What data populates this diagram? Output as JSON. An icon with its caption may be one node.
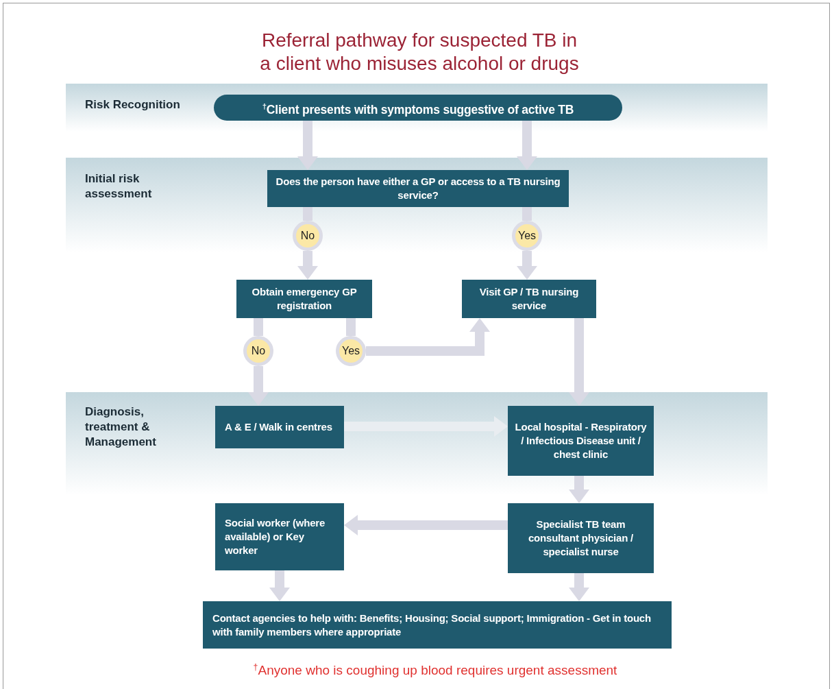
{
  "diagram": {
    "title": "Referral pathway for suspected TB in a client who misuses alcohol or drugs",
    "nodes": [
      {
        "text": [
          "Risk Recognition"
        ]
      },
      {
        "text": [
          "Initial risk assessment"
        ]
      },
      {
        "text": [
          "Diagnosis, treatment & Management"
        ]
      },
      {
        "text": [
          "$^{†}$Client presents with symptoms suggestive of active TB"
        ],
        "in": 0
      },
      {
        "text": [
          "Does the person have either a GP or access to a TB nursing service?"
        ],
        "in": 1
      },
      {
        "text": [
          "No"
        ],
        "in": 1
      },
      {
        "text": [
          "Yes"
        ],
        "in": 1
      },
      {
        "text": [
          "Obtain emergency GP registration"
        ]
      },
      {
        "text": [
          "Visit GP / TB nursing service"
        ]
      },
      {
        "text": [
          "No"
        ]
      },
      {
        "text": [
          "Yes"
        ]
      },
      {
        "text": [
          "A & E / Walk in centres"
        ],
        "in": 2
      },
      {
        "text": [
          "Local hospital - Respiratory / Infectious Disease unit / chest clinic"
        ],
        "in": 2
      },
      {
        "text": [
          "Social worker (where available) or Key worker"
        ]
      },
      {
        "text": [
          "Specialist TB team consultant physician / specialist nurse"
        ]
      },
      {
        "text": [
          "Contact agencies to help with: Benefits; Housing; Social support; Immigration - Get in touch with family members where appropriate"
        ]
      }
    ],
    "edges": [
      {
        "from": 3,
        "to": 4,
        "arrow": "to"
      },
      {
        "from": 3,
        "to": 4,
        "arrow": "to"
      },
      {
        "from": 4,
        "to": 5,
        "arrow": "none"
      },
      {
        "from": 5,
        "to": 7,
        "arrow": "to"
      },
      {
        "from": 4,
        "to": 6,
        "arrow": "none"
      },
      {
        "from": 6,
        "to": 8,
        "arrow": "to"
      },
      {
        "from": 7,
        "to": 9,
        "arrow": "none"
      },
      {
        "from": 9,
        "to": 11,
        "arrow": "to"
      },
      {
        "from": 7,
        "to": 10,
        "arrow": "none"
      },
      {
        "from": 10,
        "to": 8,
        "arrow": "to"
      },
      {
        "from": 8,
        "to": 12,
        "arrow": "to"
      },
      {
        "from": 11,
        "to": 12,
        "arrow": "to",
        "color": "#e9edf1"
      },
      {
        "from": 12,
        "to": 14,
        "arrow": "to"
      },
      {
        "from": 14,
        "to": 13,
        "arrow": "to"
      },
      {
        "from": 13,
        "to": 15,
        "arrow": "to"
      },
      {
        "from": 14,
        "to": 15,
        "arrow": "to"
      }
    ],
    "labels": [
      "$^{†}$Anyone who is coughing up blood requires urgent assessment"
    ]
  }
}
